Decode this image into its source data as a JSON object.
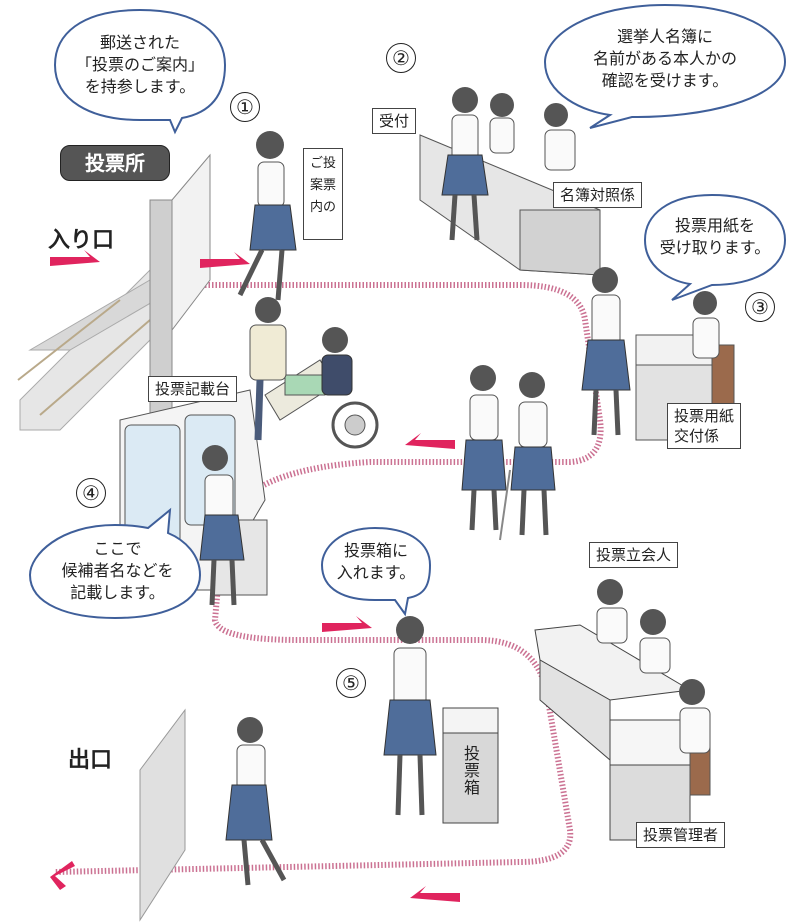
{
  "title": "投票所",
  "entrance_label": "入り口",
  "exit_label": "出口",
  "colors": {
    "path_stripe": "#c2587f",
    "arrow": "#e0245e",
    "bubble_border": "#3f5f9a",
    "title_badge_bg": "#555555",
    "desk_gray": "#e2e2e2",
    "skirt_blue": "#4f6d9a"
  },
  "steps": [
    {
      "number": "①",
      "bubble": "郵送された\n「投票のご案内」\nを持参します。",
      "card": "ご投\n案票\n内の"
    },
    {
      "number": "②",
      "bubble": "選挙人名簿に\n名前がある本人かの\n確認を受けます。",
      "labels": [
        "受付",
        "名簿対照係"
      ]
    },
    {
      "number": "③",
      "bubble": "投票用紙を\n受け取ります。",
      "labels": [
        "投票用紙\n交付係"
      ]
    },
    {
      "number": "④",
      "bubble": "ここで\n候補者名などを\n記載します。",
      "labels": [
        "投票記載台"
      ]
    },
    {
      "number": "⑤",
      "bubble": "投票箱に\n入れます。",
      "labels": [
        "投票箱"
      ]
    }
  ],
  "staff_labels": {
    "witness": "投票立会人",
    "manager": "投票管理者"
  }
}
